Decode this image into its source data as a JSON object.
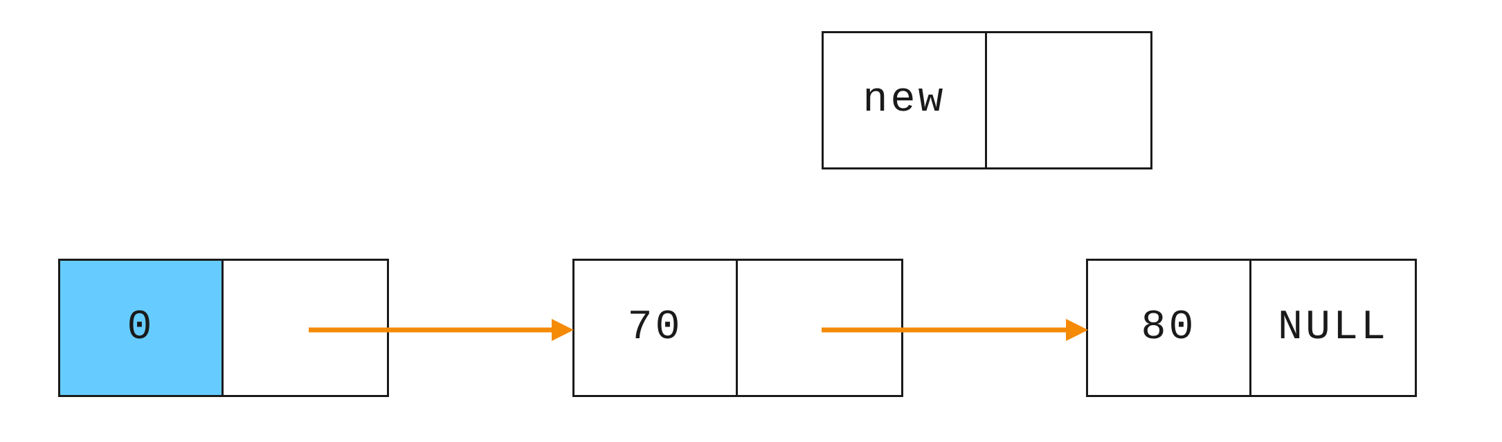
{
  "colors": {
    "head_fill": "#66ccff",
    "arrow": "#f58a07",
    "border": "#1a1a1a"
  },
  "new_node": {
    "data": "new",
    "next": ""
  },
  "list": [
    {
      "data": "0",
      "next": ""
    },
    {
      "data": "70",
      "next": ""
    },
    {
      "data": "80",
      "next": "NULL"
    }
  ]
}
